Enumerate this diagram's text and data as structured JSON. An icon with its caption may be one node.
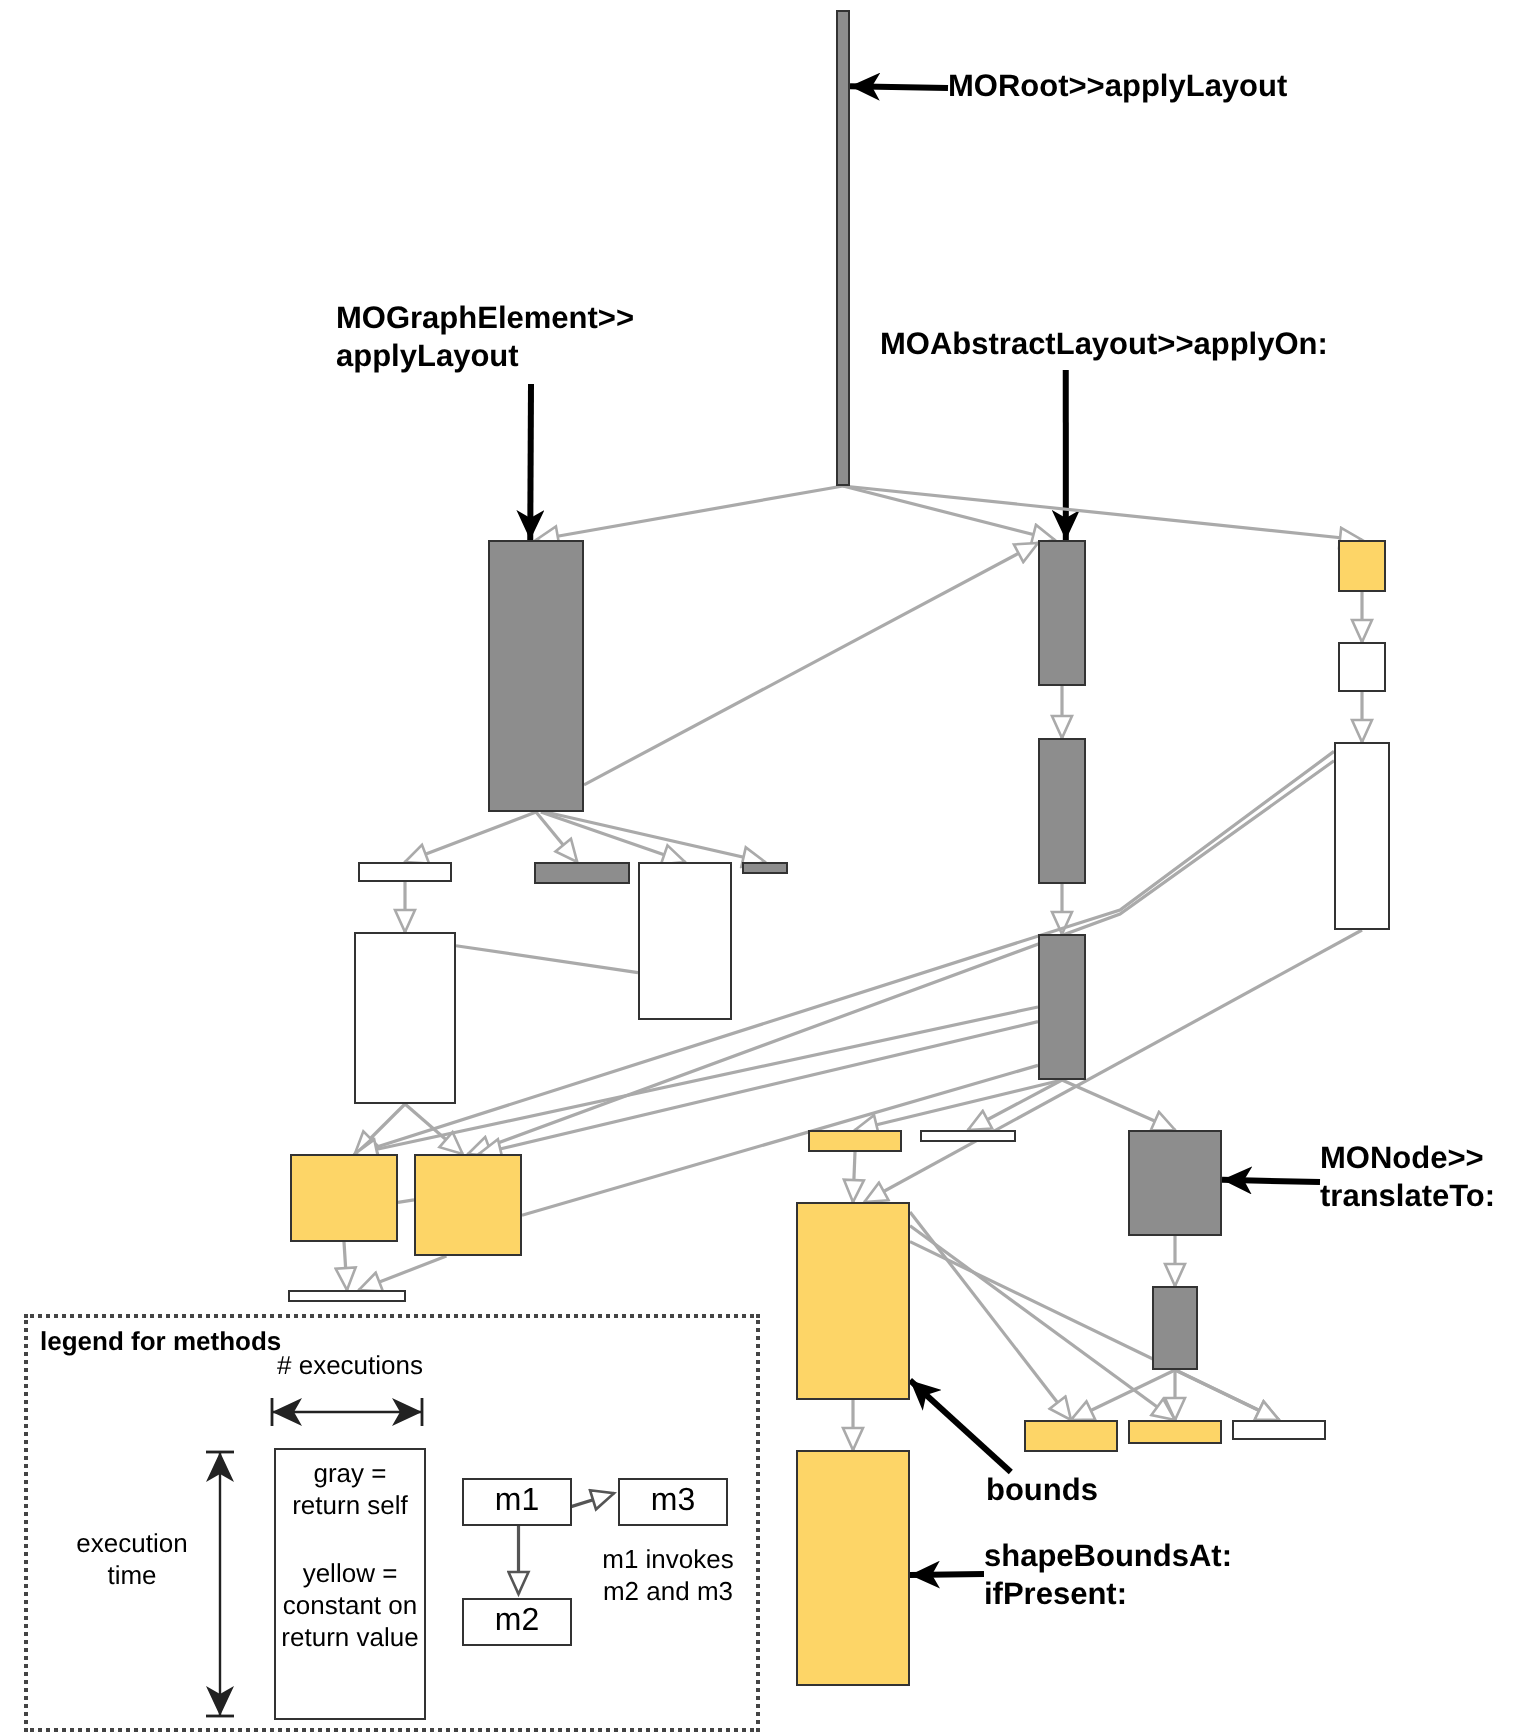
{
  "diagram": {
    "nodes": [
      {
        "text": [],
        "shape": "bar"
      },
      {
        "text": [],
        "shape": "bar"
      },
      {
        "text": [],
        "shape": "bar"
      },
      {
        "text": [],
        "shape": "bar"
      },
      {
        "text": [],
        "shape": "bar"
      },
      {
        "text": [],
        "shape": "bar"
      },
      {
        "text": [],
        "shape": "bar"
      },
      {
        "text": [],
        "shape": "bar"
      },
      {
        "text": [],
        "shape": "bar"
      },
      {
        "text": [],
        "shape": "bar"
      },
      {
        "text": [],
        "shape": "bar"
      },
      {
        "text": [],
        "shape": "bar"
      },
      {
        "text": [],
        "shape": "bar"
      },
      {
        "text": [],
        "shape": "bar"
      },
      {
        "text": [],
        "shape": "bar"
      },
      {
        "text": [],
        "shape": "bar"
      },
      {
        "text": [],
        "shape": "bar"
      },
      {
        "text": [],
        "shape": "bar"
      },
      {
        "text": [],
        "shape": "bar"
      },
      {
        "text": [],
        "shape": "bar"
      },
      {
        "text": [],
        "shape": "bar"
      },
      {
        "text": [],
        "shape": "bar"
      },
      {
        "text": [],
        "shape": "bar"
      },
      {
        "text": [],
        "shape": "bar"
      },
      {
        "text": [],
        "shape": "bar"
      },
      {
        "text": [
          "MORoot>>applyLayout"
        ]
      },
      {
        "text": [
          "MOGraphElement>> applyLayout"
        ]
      },
      {
        "text": [
          "MOAbstractLayout>>applyOn:"
        ]
      },
      {
        "text": [
          "MONode>> translateTo:"
        ]
      },
      {
        "text": [
          "bounds"
        ]
      },
      {
        "text": [
          "shapeBoundsAt: ifPresent:"
        ]
      },
      {
        "text": [
          "legend for methods"
        ]
      },
      {
        "text": [
          "gray = return self",
          "yellow = constant on return value"
        ],
        "in": 31
      },
      {
        "text": [
          "m1"
        ],
        "in": 31
      },
      {
        "text": [
          "m3"
        ],
        "in": 31
      },
      {
        "text": [
          "m2"
        ],
        "in": 31
      }
    ],
    "edges": [
      {
        "from": 25,
        "to": 0,
        "arrow": "to",
        "color": "#000000"
      },
      {
        "from": 26,
        "to": 1,
        "arrow": "to",
        "color": "#000000"
      },
      {
        "from": 27,
        "to": 2,
        "arrow": "to",
        "color": "#000000"
      },
      {
        "from": 28,
        "to": 18,
        "arrow": "to",
        "color": "#000000"
      },
      {
        "from": 29,
        "to": 19,
        "arrow": "to",
        "color": "#000000"
      },
      {
        "from": 30,
        "to": 24,
        "arrow": "to",
        "color": "#000000"
      },
      {
        "from": 0,
        "to": 1,
        "arrow": "to"
      },
      {
        "from": 0,
        "to": 2,
        "arrow": "to"
      },
      {
        "from": 0,
        "to": 3,
        "arrow": "to"
      },
      {
        "from": 1,
        "to": 2,
        "arrow": "to"
      },
      {
        "from": 1,
        "to": 8,
        "arrow": "to"
      },
      {
        "from": 1,
        "to": 9,
        "arrow": "to"
      },
      {
        "from": 1,
        "to": 10,
        "arrow": "to"
      },
      {
        "from": 1,
        "to": 11,
        "arrow": "to"
      },
      {
        "from": 8,
        "to": 12,
        "arrow": "to"
      },
      {
        "from": 10,
        "to": 12,
        "arrow": "none"
      },
      {
        "from": 12,
        "to": 13,
        "arrow": "to"
      },
      {
        "from": 12,
        "to": 14,
        "arrow": "to"
      },
      {
        "from": 2,
        "to": 6,
        "arrow": "to"
      },
      {
        "from": 6,
        "to": 7,
        "arrow": "to"
      },
      {
        "from": 3,
        "to": 4,
        "arrow": "to"
      },
      {
        "from": 4,
        "to": 5,
        "arrow": "to"
      },
      {
        "from": 5,
        "to": 13,
        "arrow": "to"
      },
      {
        "from": 5,
        "to": 14,
        "arrow": "to"
      },
      {
        "from": 5,
        "to": 19,
        "arrow": "to"
      },
      {
        "from": 7,
        "to": 13,
        "arrow": "to"
      },
      {
        "from": 7,
        "to": 14,
        "arrow": "to"
      },
      {
        "from": 7,
        "to": 16,
        "arrow": "to"
      },
      {
        "from": 7,
        "to": 17,
        "arrow": "to"
      },
      {
        "from": 7,
        "to": 18,
        "arrow": "to"
      },
      {
        "from": 14,
        "to": 7,
        "arrow": "none"
      },
      {
        "from": 13,
        "to": 14,
        "arrow": "none"
      },
      {
        "from": 13,
        "to": 15,
        "arrow": "to"
      },
      {
        "from": 14,
        "to": 15,
        "arrow": "to"
      },
      {
        "from": 16,
        "to": 19,
        "arrow": "to"
      },
      {
        "from": 18,
        "to": 20,
        "arrow": "to"
      },
      {
        "from": 20,
        "to": 21,
        "arrow": "to"
      },
      {
        "from": 20,
        "to": 22,
        "arrow": "to"
      },
      {
        "from": 20,
        "to": 23,
        "arrow": "to"
      },
      {
        "from": 19,
        "to": 21,
        "arrow": "to"
      },
      {
        "from": 19,
        "to": 22,
        "arrow": "to"
      },
      {
        "from": 19,
        "to": 23,
        "arrow": "to"
      },
      {
        "from": 19,
        "to": 24,
        "arrow": "to"
      },
      {
        "from": 33,
        "to": 34,
        "arrow": "to",
        "color": "#555555"
      },
      {
        "from": 33,
        "to": 35,
        "arrow": "to",
        "color": "#555555"
      }
    ],
    "labels": [
      "# executions",
      "execution time",
      "m1 invokes m2 and m3"
    ]
  }
}
